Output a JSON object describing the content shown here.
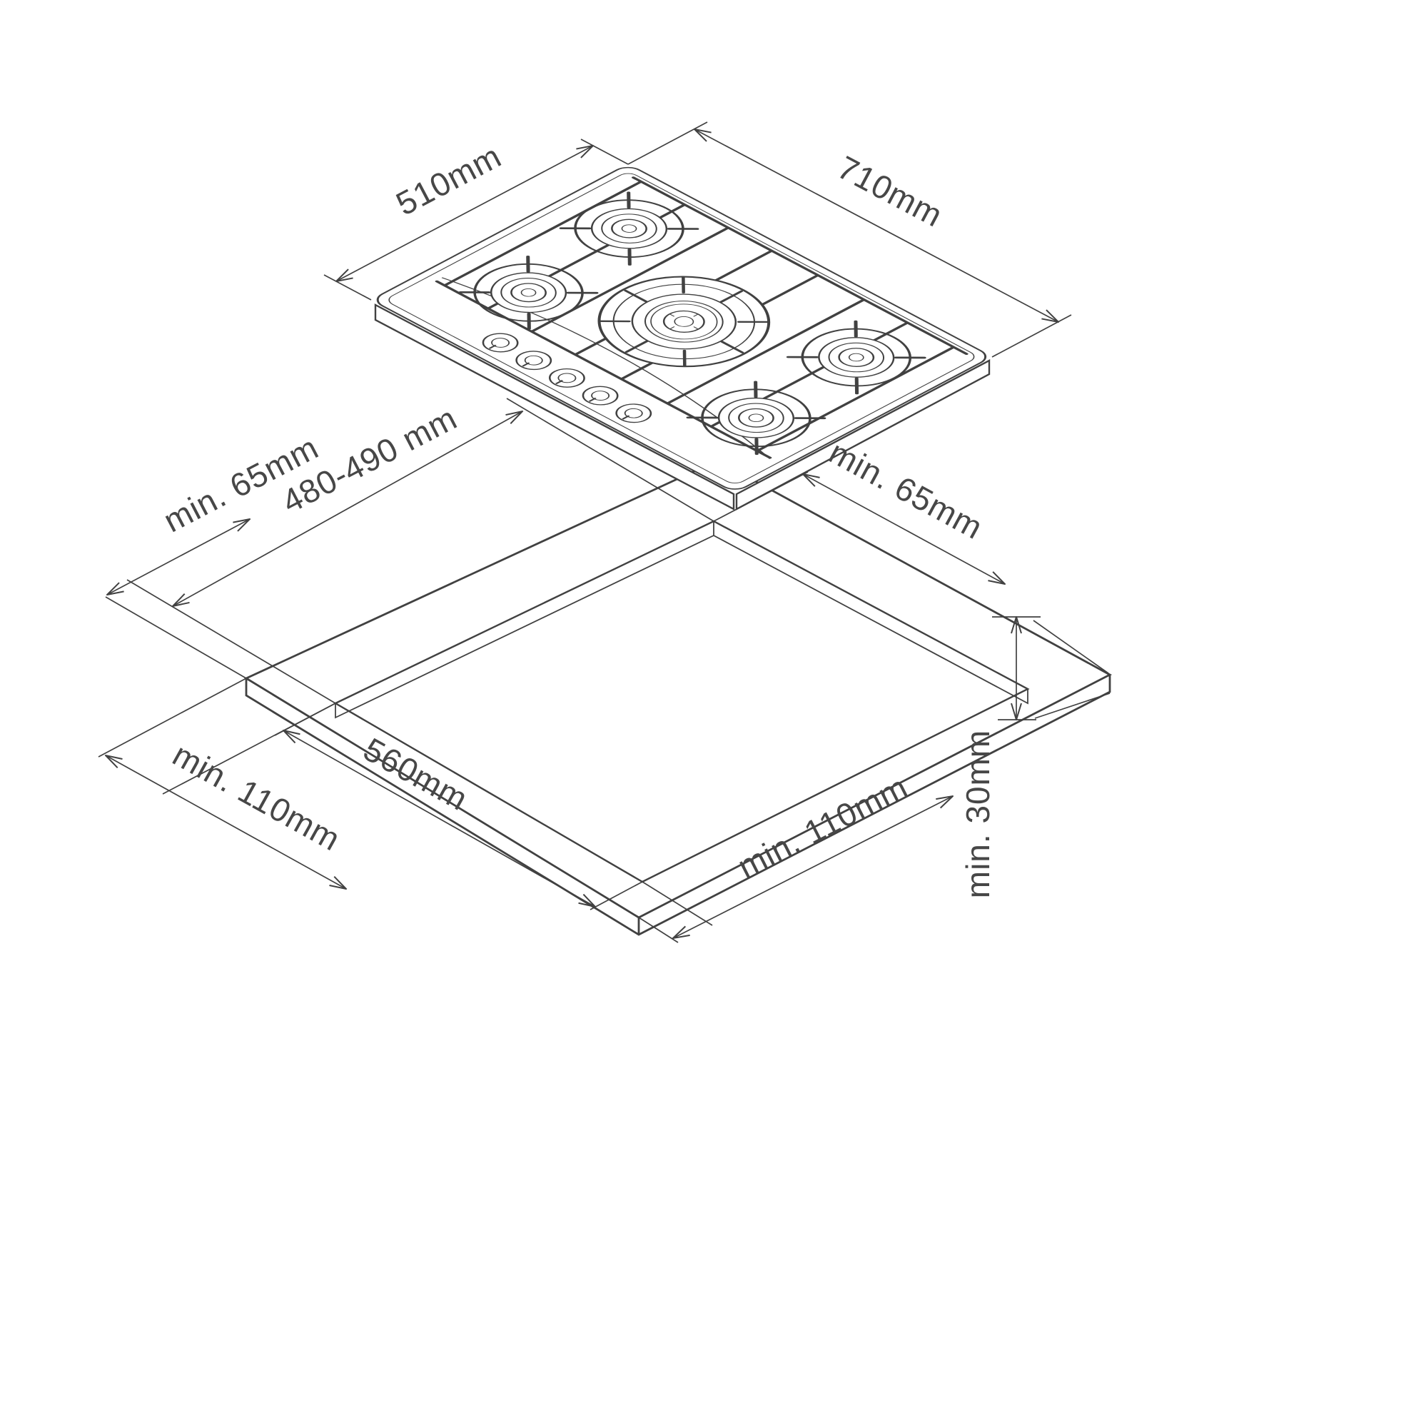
{
  "diagram": {
    "hob": {
      "depth_label": "510mm",
      "width_label": "710mm"
    },
    "cutout": {
      "side_clearance_left_label": "min. 65mm",
      "depth_label": "480-490 mm",
      "side_clearance_right_label": "min. 65mm",
      "width_label": "560mm",
      "front_clearance_left_label": "min. 110mm",
      "front_clearance_right_label": "min. 110mm",
      "thickness_label": "min. 30mm"
    },
    "colors": {
      "line": "#414141",
      "background": "#ffffff"
    }
  }
}
